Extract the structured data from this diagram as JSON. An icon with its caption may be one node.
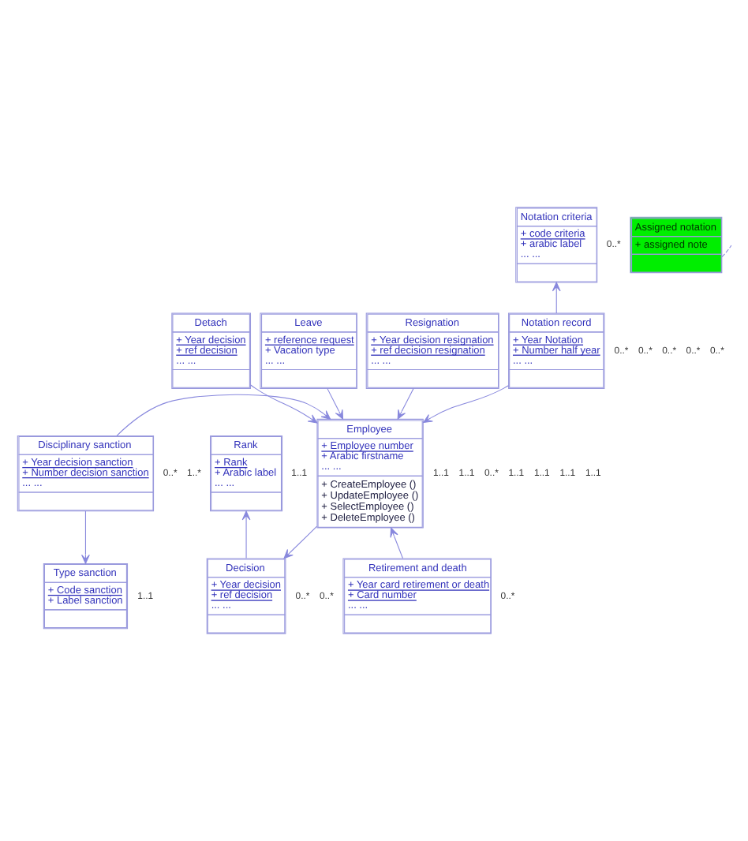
{
  "diagram": {
    "nodes": [
      {
        "text": [
          "Notation criteria",
          "+ code criteria",
          "+ arabic label",
          "... ..."
        ]
      },
      {
        "text": [
          "Assigned notation",
          "+ assigned note"
        ]
      },
      {
        "text": [
          "Leave",
          "+ reference request",
          "+ Vacation type",
          "... ..."
        ]
      },
      {
        "text": [
          "Notation record",
          "+ Year Notation",
          "+ Number half year",
          "... ..."
        ]
      },
      {
        "text": [
          "Detach",
          "+ Year decision",
          "+ ref decision",
          "... ..."
        ]
      },
      {
        "text": [
          "Resignation",
          "+ Year decision resignation",
          "+ ref decision resignation",
          "... ..."
        ]
      },
      {
        "text": [
          "Rank",
          "+ Rank",
          "+ Arabic label",
          "... ..."
        ]
      },
      {
        "text": [
          "Employee",
          "+ Employee number",
          "+ Arabic firstname",
          "... ...",
          "+ CreateEmployee ()",
          "+ UpdateEmployee ()",
          "+ SelectEmployee ()",
          "+ DeleteEmployee ()"
        ]
      },
      {
        "text": [
          "Disciplinary sanction",
          "+ Year decision sanction",
          "+ Number decision sanction",
          "... ..."
        ]
      },
      {
        "text": [
          "Decision",
          "+ Year decision",
          "+ ref decision",
          "... ..."
        ]
      },
      {
        "text": [
          "Retirement and death",
          "+ Year card retirement or death",
          "+ Card number",
          "... ..."
        ]
      },
      {
        "text": [
          "Type sanction",
          "+ Code sanction",
          "+ Label sanction"
        ]
      }
    ],
    "edges": [
      {
        "from": 3,
        "to": 0,
        "arrow": "to"
      },
      {
        "from": 1,
        "to": null,
        "arrow": "none",
        "style": "dashed"
      },
      {
        "from": 3,
        "to": 7,
        "arrow": "to"
      },
      {
        "from": 2,
        "to": 7,
        "arrow": "to"
      },
      {
        "from": 4,
        "to": 7,
        "arrow": "to"
      },
      {
        "from": 5,
        "to": 7,
        "arrow": "to"
      },
      {
        "from": 8,
        "to": 7,
        "arrow": "to"
      },
      {
        "from": 10,
        "to": 7,
        "arrow": "to"
      },
      {
        "from": 7,
        "to": 9,
        "arrow": "to"
      },
      {
        "from": 9,
        "to": 6,
        "arrow": "to"
      },
      {
        "from": 8,
        "to": 11,
        "arrow": "to"
      }
    ],
    "labels": [
      "0..*",
      "0..*",
      "0..*",
      "0..*",
      "0..*",
      "1..1",
      "1..1",
      "1..1",
      "0..*",
      "1..1",
      "1..1",
      "1..1",
      "0..*",
      "1..1",
      "0..*",
      "0..*",
      "0..*",
      "1..*",
      "0..*",
      "1..1"
    ]
  }
}
